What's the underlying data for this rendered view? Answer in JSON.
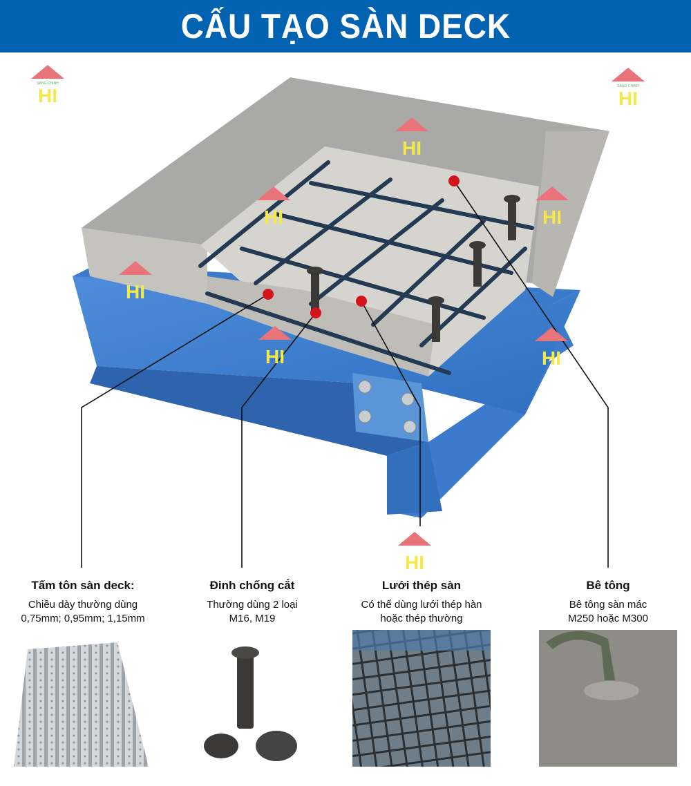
{
  "header": {
    "title": "CẤU TẠO SÀN DECK"
  },
  "watermark": {
    "text": "SANG CHINH",
    "letters": "HI"
  },
  "components": [
    {
      "title": "Tấm tôn sàn deck:",
      "desc1": "Chiều dày thường dùng",
      "desc2": "0,75mm; 0,95mm; 1,15mm"
    },
    {
      "title": "Đinh chống cắt",
      "desc1": "Thường dùng 2 loại",
      "desc2": "M16, M19"
    },
    {
      "title": "Lưới thép sàn",
      "desc1": "Có thể dùng lưới thép hàn",
      "desc2": "hoặc thép thường"
    },
    {
      "title": "Bê tông",
      "desc1": "Bê tông sàn mác",
      "desc2": "M250 hoặc M300"
    }
  ],
  "colors": {
    "header": "#0062b1",
    "steel": "#3f7fd0",
    "concrete": "#a9a9a7",
    "marker": "#d4141c",
    "rebar": "#233a52"
  }
}
